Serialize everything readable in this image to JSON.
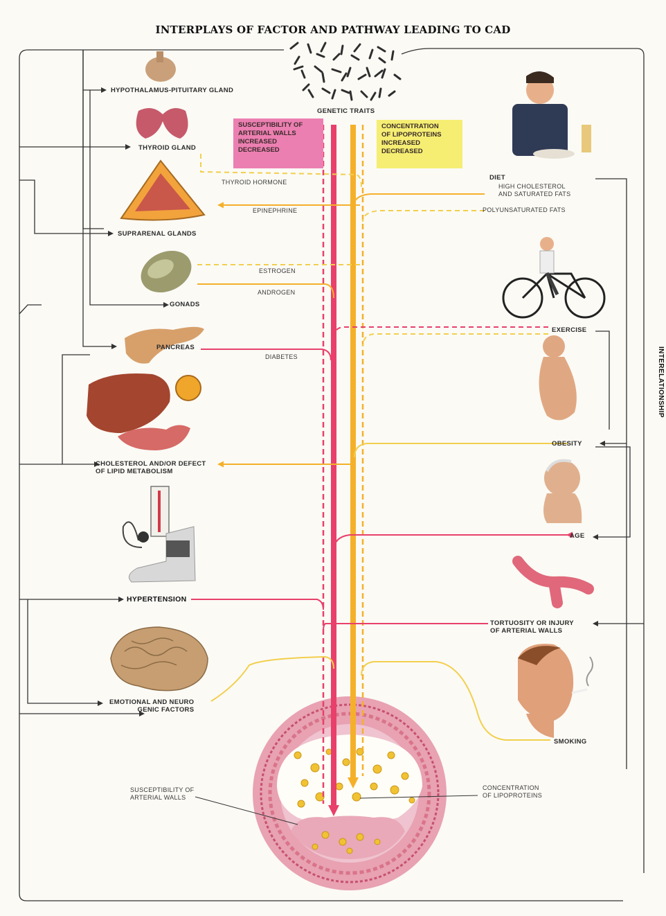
{
  "title": "INTERPLAYS OF FACTOR AND PATHWAY LEADING TO CAD",
  "genetic_traits": "GENETIC TRAITS",
  "susceptibility_box": {
    "line1": "SUSCEPTIBILITY OF",
    "line2": "ARTERIAL WALLS",
    "line3": "INCREASED",
    "line4": "DECREASED"
  },
  "concentration_box": {
    "line1": "CONCENTRATION",
    "line2": "OF LIPOPROTEINS",
    "line3": "INCREASED",
    "line4": "DECREASED"
  },
  "left_factors": {
    "hypothalamus": "HYPOTHALAMUS-PITUITARY GLAND",
    "thyroid": "THYROID GLAND",
    "suprarenal": "SUPRARENAL GLANDS",
    "gonads": "GONADS",
    "pancreas": "PANCREAS",
    "cholesterol": "CHOLESTEROL AND/OR DEFECT\nOF LIPID METABOLISM",
    "hypertension": "HYPERTENSION",
    "emotional": "EMOTIONAL AND NEURO\nGENIC FACTORS"
  },
  "pathways": {
    "thyroid_hormone": "THYROID HORMONE",
    "epinephrine": "EPINEPHRINE",
    "estrogen": "ESTROGEN",
    "androgen": "ANDROGEN",
    "diabetes": "DIABETES"
  },
  "right_factors": {
    "diet": "DIET",
    "diet_high": "HIGH CHOLESTEROL\nAND SATURATED FATS",
    "diet_poly": "POLYUNSATURATED FATS",
    "exercise": "EXERCISE",
    "obesity": "OBESITY",
    "age": "AGE",
    "tortuosity": "TORTUOSITY OR INJURY\nOF ARTERIAL WALLS",
    "smoking": "SMOKING"
  },
  "bottom_labels": {
    "susceptibility": "SUSCEPTIBILITY OF\nARTERIAL WALLS",
    "concentration": "CONCENTRATION\nOF LIPOPROTEINS"
  },
  "side_label": "INTERELATIONSHIP",
  "colors": {
    "red_path": "#e8406a",
    "yellow_path": "#f5b02a",
    "pale_yellow": "#f2cf4c",
    "dark_line": "#333333",
    "pink_box": "#ec7fb1",
    "yellow_box": "#f5ee72",
    "artery_wall": "#d9748a"
  },
  "icons": [
    "chromosomes-icon",
    "pituitary-gland-icon",
    "thyroid-gland-icon",
    "suprarenal-gland-icon",
    "gonad-icon",
    "pancreas-icon",
    "liver-icon",
    "blood-pressure-gauge-icon",
    "brain-icon",
    "man-eating-icon",
    "bicycle-rider-icon",
    "obese-man-icon",
    "elderly-man-icon",
    "tortuous-artery-icon",
    "smoking-man-icon",
    "artery-cross-section-icon"
  ]
}
